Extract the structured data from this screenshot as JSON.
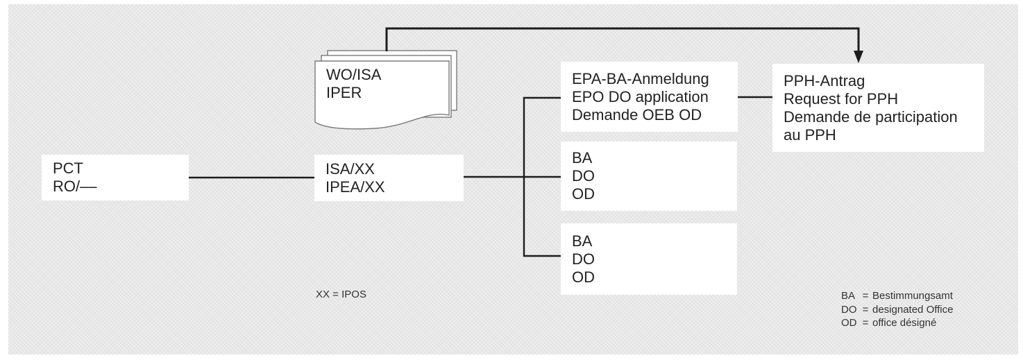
{
  "diagram": {
    "title_hint": "PCT / PPH request flow (EPO trilingual diagram)",
    "boxes": {
      "pct": {
        "lines": [
          "PCT",
          "RO/––"
        ]
      },
      "isa": {
        "lines": [
          "ISA/XX",
          "IPEA/XX"
        ]
      },
      "wo_isa_document": {
        "lines": [
          "WO/ISA",
          "IPER"
        ]
      },
      "epa": {
        "lines": [
          "EPA-BA-Anmeldung",
          "EPO DO application",
          "Demande OEB OD"
        ]
      },
      "ba1": {
        "lines": [
          "BA",
          "DO",
          "OD"
        ]
      },
      "ba2": {
        "lines": [
          "BA",
          "DO",
          "OD"
        ]
      },
      "pph": {
        "lines": [
          "PPH-Antrag",
          "Request for PPH",
          "Demande de participation",
          "au PPH"
        ]
      }
    },
    "note": "XX = IPOS",
    "legend": [
      {
        "abbr": "BA",
        "eq": "=",
        "term": "Bestimmungsamt"
      },
      {
        "abbr": "DO",
        "eq": "=",
        "term": "designated Office"
      },
      {
        "abbr": "OD",
        "eq": "=",
        "term": "office désigné"
      }
    ],
    "colors": {
      "background": "#e3e3e3",
      "box_background": "#ffffff",
      "line": "#1c1c1c",
      "text": "#222222",
      "page_border": "#7a7a7a"
    }
  }
}
